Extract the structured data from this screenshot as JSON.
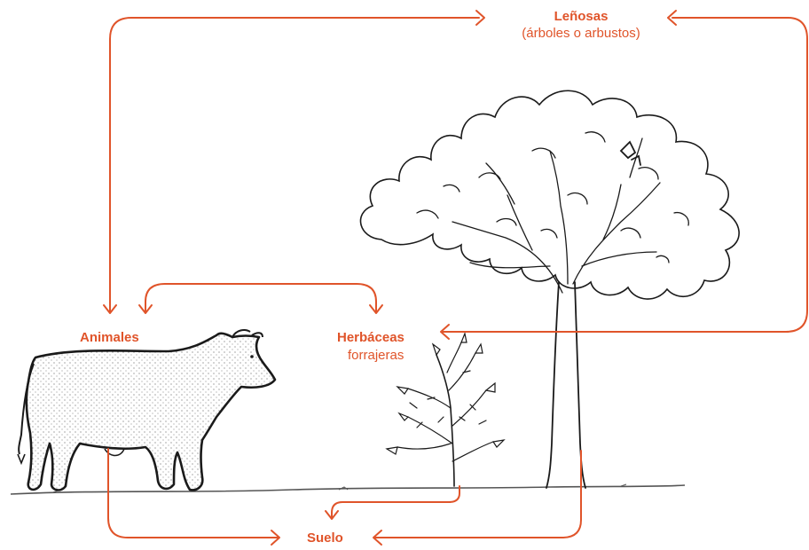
{
  "nodes": {
    "lenosas": {
      "title": "Leñosas",
      "subtitle": "(árboles o arbustos)"
    },
    "animales": {
      "title": "Animales"
    },
    "herbaceas": {
      "title": "Herbáceas",
      "subtitle": "forrajeras"
    },
    "suelo": {
      "title": "Suelo"
    }
  },
  "colors": {
    "accent": "#e0542a",
    "ink": "#1a1a1a",
    "ground": "#666666"
  },
  "illustrations": [
    "cow-illustration",
    "tree-illustration",
    "shrub-illustration",
    "ground-line"
  ]
}
